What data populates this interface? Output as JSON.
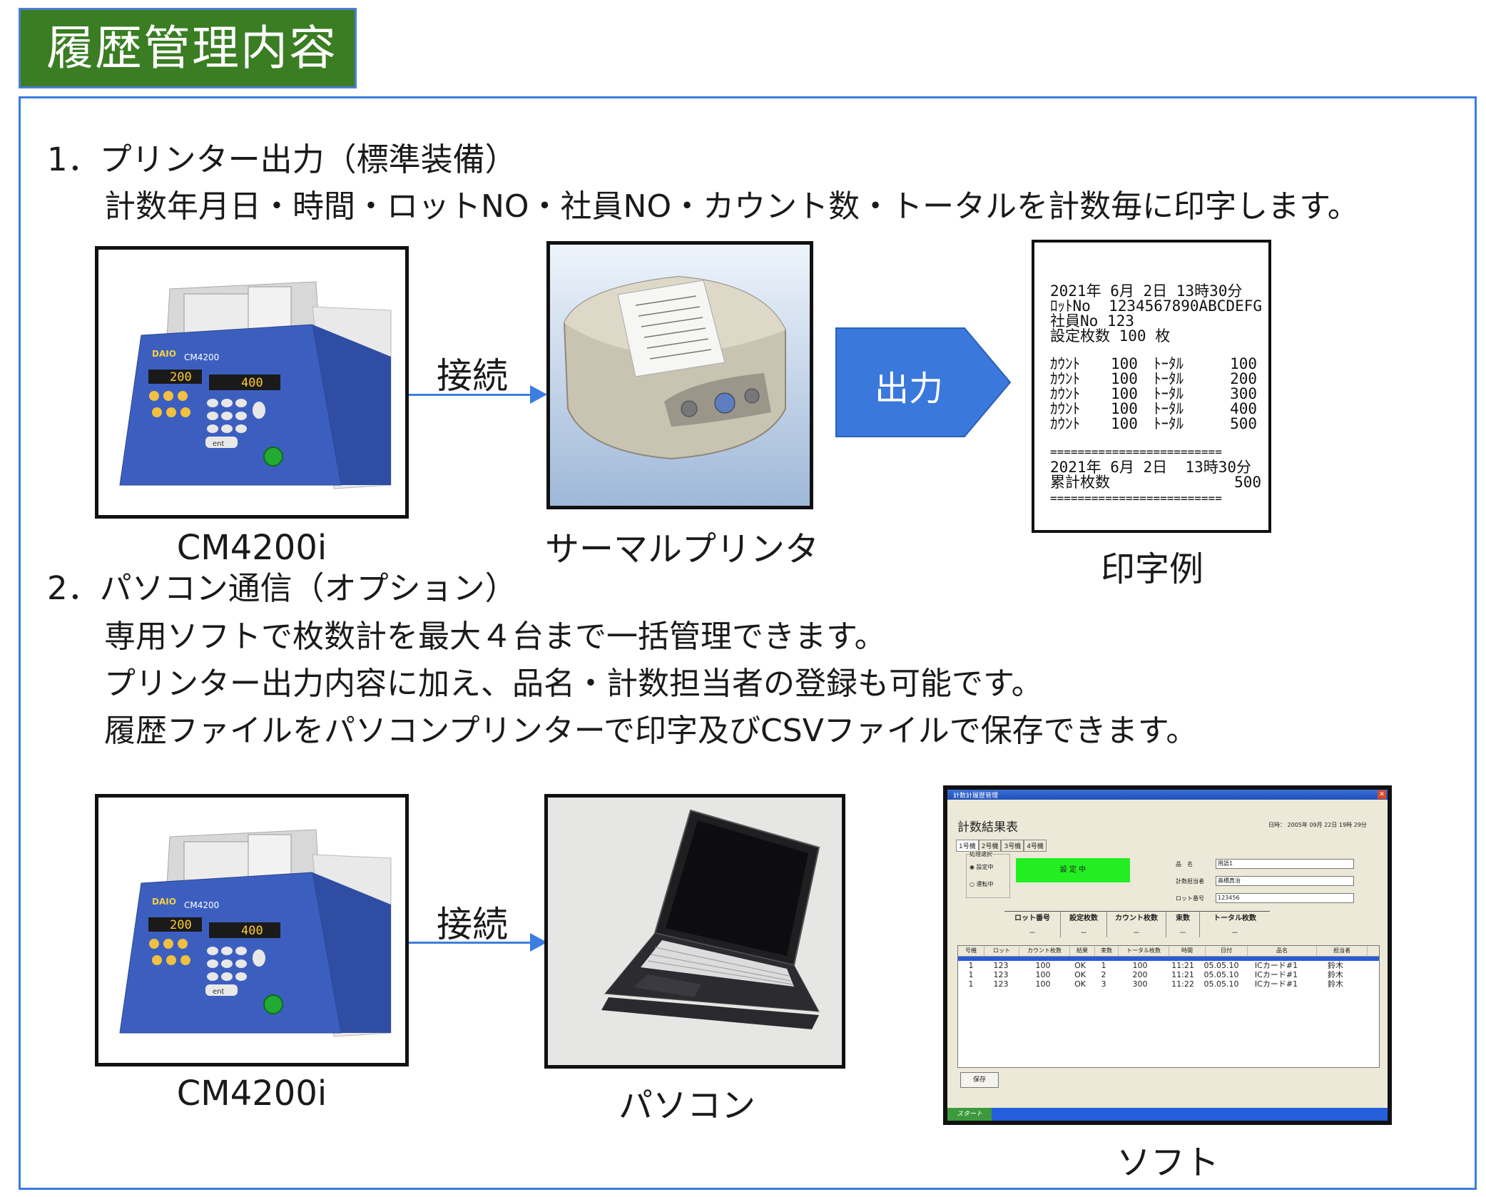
{
  "title": "履歴管理内容",
  "section1": {
    "heading": "1．プリンター出力（標準装備）",
    "description": "計数年月日・時間・ロットNO・社員NO・カウント数・トータルを計数毎に印字します。",
    "connect_label": "接続",
    "output_label": "出力",
    "captions": {
      "device": "CM4200i",
      "printer": "サーマルプリンタ",
      "sample": "印字例"
    },
    "receipt": {
      "header_lines": [
        "2021年 6月 2日 13時30分",
        "ﾛｯﾄNo  1234567890ABCDEFG",
        "社員No 123",
        "設定枚数 100 枚"
      ],
      "count_rows": [
        {
          "label": "ｶｳﾝﾄ",
          "count": "100",
          "total_label": "ﾄｰﾀﾙ",
          "total": "100"
        },
        {
          "label": "ｶｳﾝﾄ",
          "count": "100",
          "total_label": "ﾄｰﾀﾙ",
          "total": "200"
        },
        {
          "label": "ｶｳﾝﾄ",
          "count": "100",
          "total_label": "ﾄｰﾀﾙ",
          "total": "300"
        },
        {
          "label": "ｶｳﾝﾄ",
          "count": "100",
          "total_label": "ﾄｰﾀﾙ",
          "total": "400"
        },
        {
          "label": "ｶｳﾝﾄ",
          "count": "100",
          "total_label": "ﾄｰﾀﾙ",
          "total": "500"
        }
      ],
      "separator": "=========================",
      "footer_date": "2021年 6月 2日  13時30分",
      "footer_label": "累計枚数",
      "footer_value": "500"
    }
  },
  "section2": {
    "heading": "2．パソコン通信（オプション）",
    "lines": [
      "専用ソフトで枚数計を最大４台まで一括管理できます。",
      "プリンター出力内容に加え、品名・計数担当者の登録も可能です。",
      "履歴ファイルをパソコンプリンターで印字及びCSVファイルで保存できます。"
    ],
    "connect_label": "接続",
    "captions": {
      "device": "CM4200i",
      "pc": "パソコン",
      "software": "ソフト"
    },
    "software": {
      "window_title": "計数計履歴管理",
      "title": "計数結果表",
      "datetime": "日時： 2005年 09月 22日 19時 29分",
      "tabs": [
        "1号機",
        "2号機",
        "3号機",
        "4号機"
      ],
      "mode_group": "処理選択",
      "mode_options": [
        "設定中",
        "運転中"
      ],
      "status": "設 定 中",
      "fields": [
        {
          "label": "品　名",
          "value": "用語1"
        },
        {
          "label": "計数担当者",
          "value": "高橋真治"
        },
        {
          "label": "ロット番号",
          "value": "123456"
        }
      ],
      "summary_headers": [
        "ロット番号",
        "設定枚数",
        "カウント枚数",
        "束数",
        "トータル枚数"
      ],
      "summary_values": [
        "－",
        "－",
        "－",
        "－",
        "－"
      ],
      "table_headers": [
        "号機",
        "ロット",
        "カウント枚数",
        "結果",
        "束数",
        "トータル枚数",
        "時間",
        "日付",
        "品名",
        "担当者"
      ],
      "rows": [
        [
          "1",
          "123",
          "100",
          "OK",
          "1",
          "100",
          "11:21",
          "05.05.10",
          "ICカード#1",
          "鈴木"
        ],
        [
          "1",
          "123",
          "100",
          "OK",
          "2",
          "200",
          "11:21",
          "05.05.10",
          "ICカード#1",
          "鈴木"
        ],
        [
          "1",
          "123",
          "100",
          "OK",
          "3",
          "300",
          "11:22",
          "05.05.10",
          "ICカード#1",
          "鈴木"
        ]
      ],
      "save_button": "保存",
      "taskbar_start": "スタート"
    },
    "device_screen": {
      "brand": "DAIO",
      "model": "CM4200",
      "display_left": "200",
      "display_right": "400",
      "enter_key": "ent"
    }
  },
  "colors": {
    "title_bg": "#3a7d23",
    "frame_border": "#3b7de0",
    "arrow": "#3b7de0",
    "device_panel": "#3c5fbf"
  }
}
